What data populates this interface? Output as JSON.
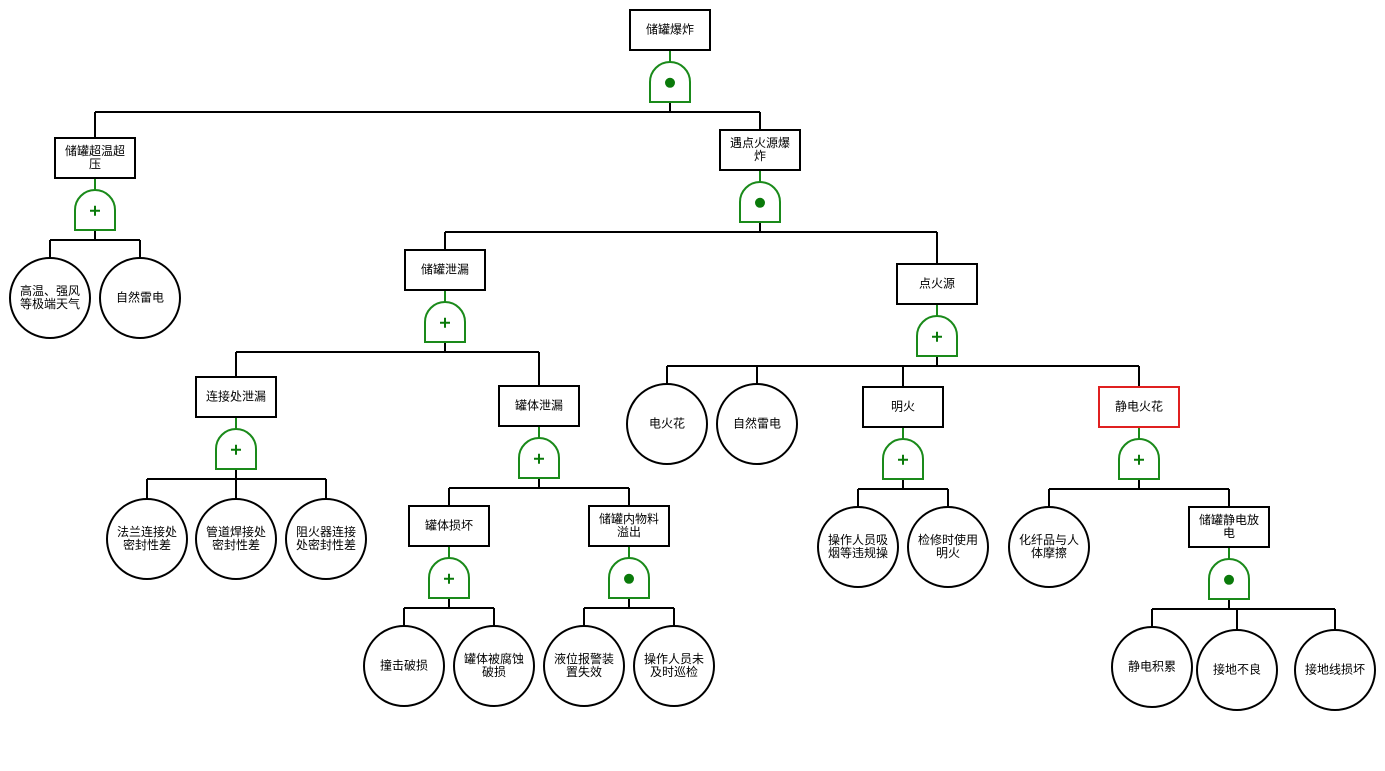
{
  "diagram": {
    "type": "fault-tree",
    "colors": {
      "box_border": "#000000",
      "selected_border": "#e02020",
      "gate": "#1a8a1a",
      "line": "#000000"
    },
    "gate_legend": {
      "and": "dot",
      "or": "plus"
    }
  },
  "nodes": {
    "top": {
      "kind": "event",
      "lines": [
        "储罐爆炸"
      ],
      "gate": "and"
    },
    "overtemp": {
      "kind": "event",
      "lines": [
        "储罐超温超",
        "压"
      ],
      "gate": "or"
    },
    "weather": {
      "kind": "basic",
      "lines": [
        "高温、强风",
        "等极端天气"
      ]
    },
    "lightning1": {
      "kind": "basic",
      "lines": [
        "自然雷电"
      ]
    },
    "ignite": {
      "kind": "event",
      "lines": [
        "遇点火源爆",
        "炸"
      ],
      "gate": "and"
    },
    "leak": {
      "kind": "event",
      "lines": [
        "储罐泄漏"
      ],
      "gate": "or"
    },
    "jointleak": {
      "kind": "event",
      "lines": [
        "连接处泄漏"
      ],
      "gate": "or"
    },
    "flange": {
      "kind": "basic",
      "lines": [
        "法兰连接处",
        "密封性差"
      ]
    },
    "weld": {
      "kind": "basic",
      "lines": [
        "管道焊接处",
        "密封性差"
      ]
    },
    "arrester": {
      "kind": "basic",
      "lines": [
        "阻火器连接",
        "处密封性差"
      ]
    },
    "bodyleak": {
      "kind": "event",
      "lines": [
        "罐体泄漏"
      ],
      "gate": "or"
    },
    "bodydmg": {
      "kind": "event",
      "lines": [
        "罐体损坏"
      ],
      "gate": "or"
    },
    "impact": {
      "kind": "basic",
      "lines": [
        "撞击破损"
      ]
    },
    "corrode": {
      "kind": "basic",
      "lines": [
        "罐体被腐蚀",
        "破损"
      ]
    },
    "overflow": {
      "kind": "event",
      "lines": [
        "储罐内物料",
        "溢出"
      ],
      "gate": "and"
    },
    "alarm": {
      "kind": "basic",
      "lines": [
        "液位报警装",
        "置失效"
      ]
    },
    "patrol": {
      "kind": "basic",
      "lines": [
        "操作人员未",
        "及时巡检"
      ]
    },
    "source": {
      "kind": "event",
      "lines": [
        "点火源"
      ],
      "gate": "or"
    },
    "espark": {
      "kind": "basic",
      "lines": [
        "电火花"
      ]
    },
    "lightning2": {
      "kind": "basic",
      "lines": [
        "自然雷电"
      ]
    },
    "flame": {
      "kind": "event",
      "lines": [
        "明火"
      ],
      "gate": "or"
    },
    "smoke": {
      "kind": "basic",
      "lines": [
        "操作人员吸",
        "烟等违规操"
      ]
    },
    "repair": {
      "kind": "basic",
      "lines": [
        "检修时使用",
        "明火"
      ]
    },
    "static": {
      "kind": "event",
      "lines": [
        "静电火花"
      ],
      "gate": "or",
      "selected": true
    },
    "fiber": {
      "kind": "basic",
      "lines": [
        "化纤品与人",
        "体摩擦"
      ]
    },
    "discharge": {
      "kind": "event",
      "lines": [
        "储罐静电放",
        "电"
      ],
      "gate": "and"
    },
    "accum": {
      "kind": "basic",
      "lines": [
        "静电积累"
      ]
    },
    "ground": {
      "kind": "basic",
      "lines": [
        "接地不良"
      ]
    },
    "wire": {
      "kind": "basic",
      "lines": [
        "接地线损坏"
      ]
    }
  },
  "edges": [
    [
      "top",
      "overtemp"
    ],
    [
      "top",
      "ignite"
    ],
    [
      "overtemp",
      "weather"
    ],
    [
      "overtemp",
      "lightning1"
    ],
    [
      "ignite",
      "leak"
    ],
    [
      "ignite",
      "source"
    ],
    [
      "leak",
      "jointleak"
    ],
    [
      "leak",
      "bodyleak"
    ],
    [
      "jointleak",
      "flange"
    ],
    [
      "jointleak",
      "weld"
    ],
    [
      "jointleak",
      "arrester"
    ],
    [
      "bodyleak",
      "bodydmg"
    ],
    [
      "bodyleak",
      "overflow"
    ],
    [
      "bodydmg",
      "impact"
    ],
    [
      "bodydmg",
      "corrode"
    ],
    [
      "overflow",
      "alarm"
    ],
    [
      "overflow",
      "patrol"
    ],
    [
      "source",
      "espark"
    ],
    [
      "source",
      "lightning2"
    ],
    [
      "source",
      "flame"
    ],
    [
      "source",
      "static"
    ],
    [
      "flame",
      "smoke"
    ],
    [
      "flame",
      "repair"
    ],
    [
      "static",
      "fiber"
    ],
    [
      "static",
      "discharge"
    ],
    [
      "discharge",
      "accum"
    ],
    [
      "discharge",
      "ground"
    ],
    [
      "discharge",
      "wire"
    ]
  ]
}
